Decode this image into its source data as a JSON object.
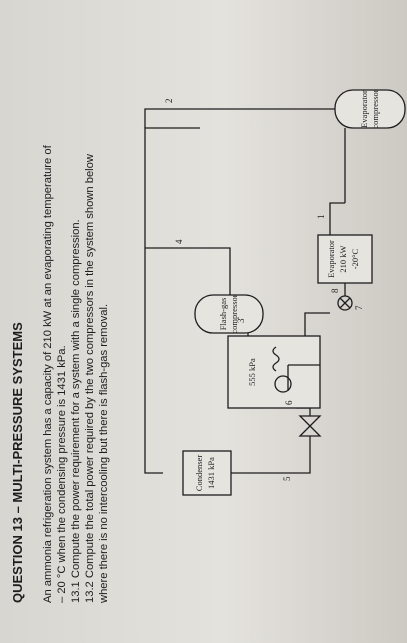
{
  "question": {
    "title": "QUESTION 13 – MULTI-PRESSURE SYSTEMS",
    "lines": [
      "An ammonia refrigeration system has a capacity of 210 kW at an evaporating temperature of",
      "– 20 °C when the condensing pressure is 1431 kPa.",
      "13.1 Compute the power requirement for a system with a single compression.",
      "13.2 Compute the total power required by the two compressors in the system shown below",
      "where there is no intercooling but there is flash-gas removal."
    ]
  },
  "diagram": {
    "condenser": [
      "Condenser",
      "1431 kPa"
    ],
    "flash_tank_pressure": "555 kPa",
    "flash_gas_compressor": [
      "Flash-gas",
      "compressor"
    ],
    "evaporator": [
      "Evaporator",
      "210 kW",
      "-20°C"
    ],
    "evaporator_compressor": [
      "Evaporator",
      "compressor"
    ],
    "state_points": [
      "1",
      "2",
      "3",
      "4",
      "5",
      "6",
      "7",
      "8"
    ]
  },
  "colors": {
    "ink": "#1d1d1f",
    "paper": "#e2e0db"
  }
}
